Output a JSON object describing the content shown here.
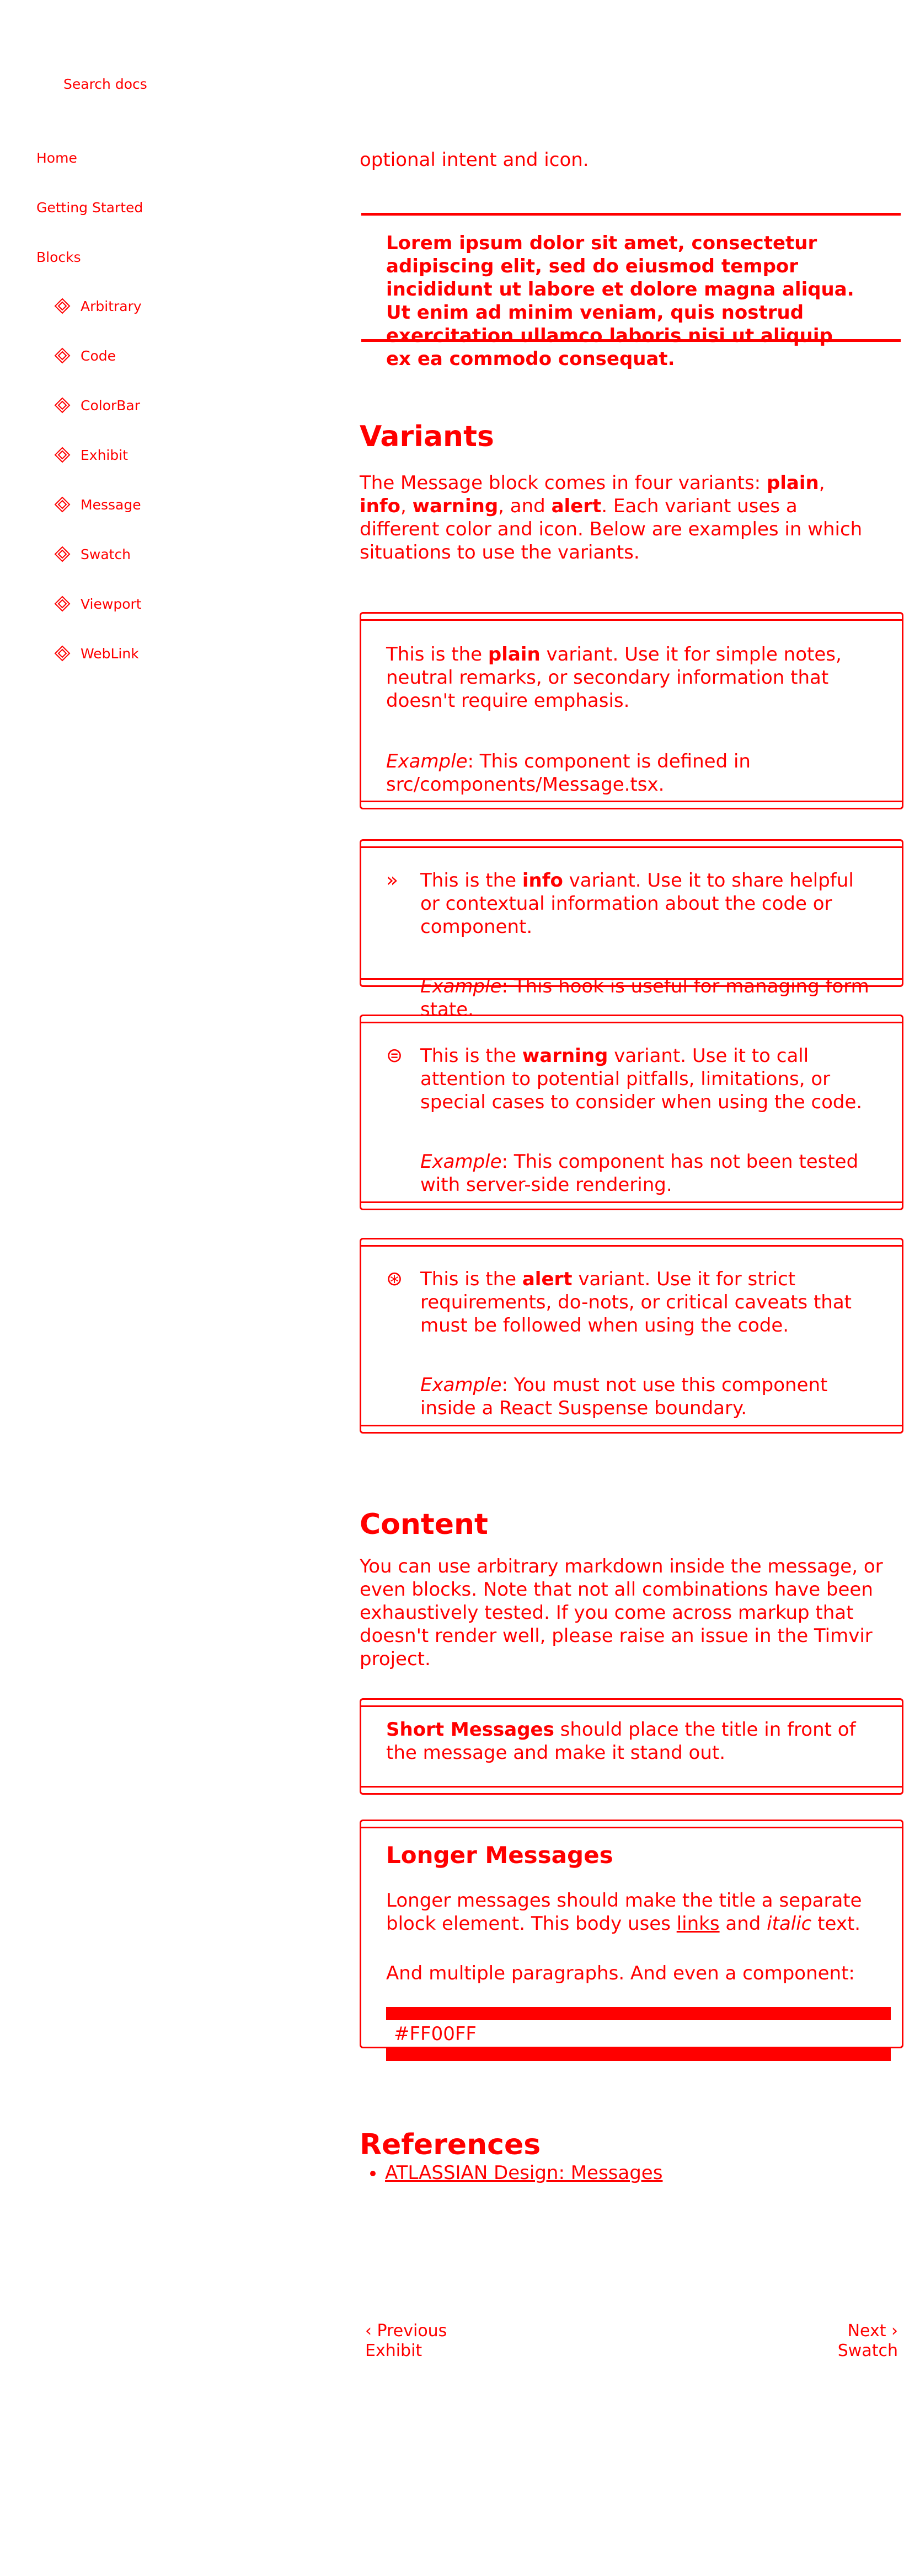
{
  "search": {
    "placeholder": "Search docs"
  },
  "sidebar": {
    "items": [
      {
        "label": "Home"
      },
      {
        "label": "Getting Started"
      },
      {
        "label": "Blocks"
      }
    ],
    "blocks": [
      {
        "label": "Arbitrary"
      },
      {
        "label": "Code"
      },
      {
        "label": "ColorBar"
      },
      {
        "label": "Exhibit"
      },
      {
        "label": "Message"
      },
      {
        "label": "Swatch"
      },
      {
        "label": "Viewport"
      },
      {
        "label": "WebLink"
      }
    ]
  },
  "intro": {
    "tail": "optional intent and icon.",
    "lorem": "Lorem ipsum dolor sit amet, consectetur adipiscing elit, sed do eiusmod tempor incididunt ut labore et dolore magna aliqua. Ut enim ad minim veniam, quis nostrud exercitation ullamco laboris nisi ut aliquip ex ea commodo consequat."
  },
  "variants": {
    "heading": "Variants",
    "p1": "The Message block comes in four variants: ",
    "v_plain": "plain",
    "sep1": ", ",
    "v_info": "info",
    "sep2": ", ",
    "v_warning": "warning",
    "sep3": ", and ",
    "v_alert": "alert",
    "p2": ". Each variant uses a different color and icon. Below are examples in which situations to use the variants.",
    "example_label": "Example",
    "plain": {
      "pre": "This is the ",
      "kw": "plain",
      "post": " variant. Use it for simple notes, neutral remarks, or secondary information that doesn't require emphasis.",
      "example": ": This component is defined in src/components/Message.tsx."
    },
    "info": {
      "pre": "This is the ",
      "kw": "info",
      "post": " variant. Use it to share helpful or contextual information about the code or component.",
      "example": ": This hook is useful for managing form state."
    },
    "warning": {
      "pre": "This is the ",
      "kw": "warning",
      "post": " variant. Use it to call attention to potential pitfalls, limitations, or special cases to consider when using the code.",
      "example": ": This component has not been tested with server-side rendering."
    },
    "alert": {
      "pre": "This is the ",
      "kw": "alert",
      "post": " variant. Use it for strict requirements, do-nots, or critical caveats that must be followed when using the code.",
      "example": ": You must not use this component inside a React Suspense boundary."
    }
  },
  "content": {
    "heading": "Content",
    "p": "You can use arbitrary markdown inside the message, or even blocks. Note that not all combinations have been exhaustively tested. If you come across markup that doesn't render well, please raise an issue in the Timvir project.",
    "short_title": "Short Messages",
    "short_body": " should place the title in front of the message and make it stand out.",
    "long_title": "Longer Messages",
    "long_p1a": "Longer messages should make the title a separate block element. This body uses ",
    "long_link": "links",
    "long_p1b": " and ",
    "long_italic": "italic",
    "long_p1c": " text.",
    "long_p2": "And multiple paragraphs. And even a component:",
    "swatch_value": "#FF00FF"
  },
  "references": {
    "heading": "References",
    "links": [
      {
        "label": "ATLASSIAN Design: Messages"
      }
    ]
  },
  "footer": {
    "prev_label": "‹ Previous",
    "prev_title": "Exhibit",
    "next_label": "Next ›",
    "next_title": "Swatch"
  }
}
